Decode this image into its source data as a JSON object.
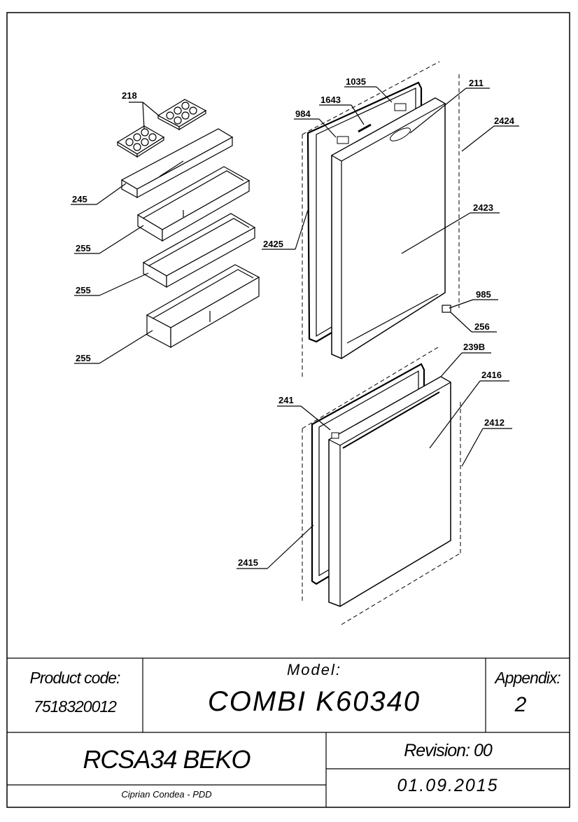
{
  "callouts": {
    "c218": "218",
    "c1035": "1035",
    "c211": "211",
    "c1643": "1643",
    "c984": "984",
    "c2424": "2424",
    "c245": "245",
    "c2423": "2423",
    "c2425": "2425",
    "c255a": "255",
    "c255b": "255",
    "c255c": "255",
    "c985": "985",
    "c256": "256",
    "c239B": "239B",
    "c2416": "2416",
    "c241": "241",
    "c2412": "2412",
    "c2415": "2415"
  },
  "title_block": {
    "product_code_label": "Product code:",
    "product_code_value": "7518320012",
    "model_label": "Model:",
    "model_value": "COMBI K60340",
    "appendix_label": "Appendix:",
    "appendix_value": "2",
    "product_name": "RCSA34 BEKO",
    "revision": "Revision: 00",
    "date": "01.09.2015",
    "author": "Ciprian Condea - PDD"
  }
}
